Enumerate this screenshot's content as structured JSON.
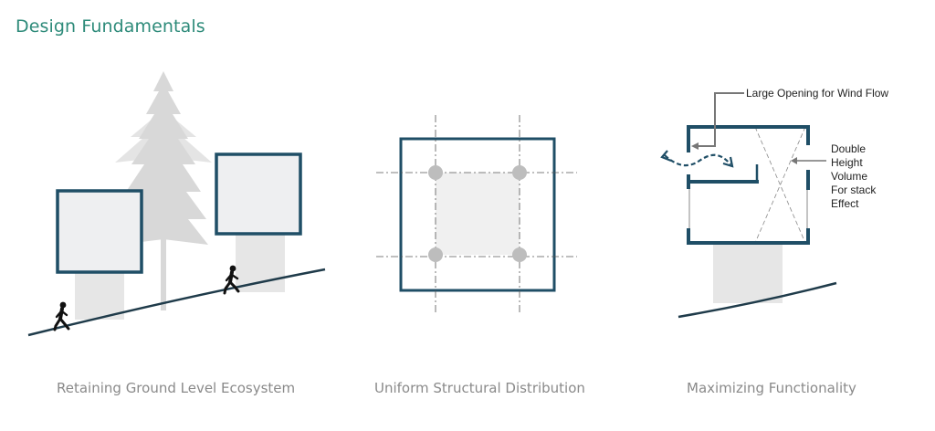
{
  "title": "Design Fundamentals",
  "captions": {
    "left": "Retaining Ground Level Ecosystem",
    "middle": "Uniform Structural Distribution",
    "right": "Maximizing Functionality"
  },
  "annotations": {
    "wind": "Large Opening for Wind Flow",
    "stack": [
      "Double",
      "Height",
      "Volume",
      "For stack",
      "Effect"
    ]
  },
  "colors": {
    "title": "#2e8b7a",
    "frame": "#1f4e66",
    "caption": "#8a8a8a"
  },
  "icons": [
    "tree-icon",
    "walking-person-icon",
    "column-icon",
    "wind-arrow-icon"
  ]
}
